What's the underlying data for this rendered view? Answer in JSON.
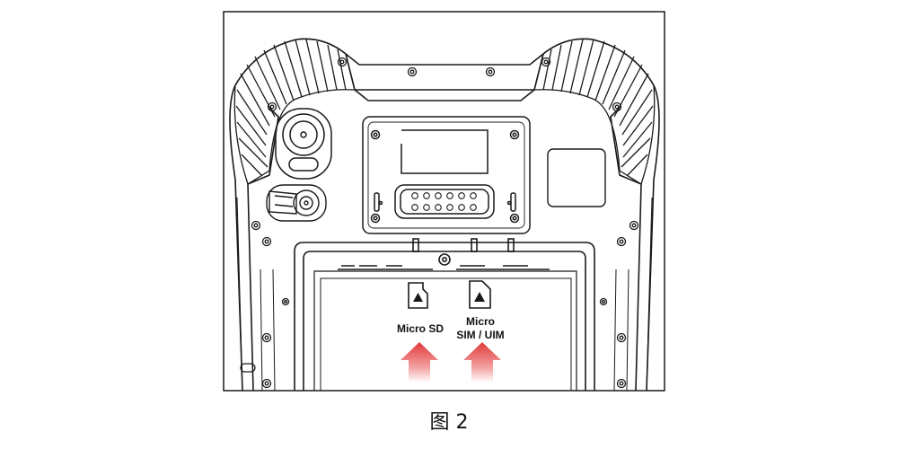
{
  "figure": {
    "caption": "图 2"
  },
  "slots": [
    {
      "label_lines": [
        "Micro SD"
      ],
      "icon": "micro-sd-card-icon",
      "arrow": "insert-arrow-up-icon"
    },
    {
      "label_lines": [
        "Micro",
        "SIM / UIM"
      ],
      "icon": "sim-card-icon",
      "arrow": "insert-arrow-up-icon"
    }
  ],
  "colors": {
    "line": "#1a1a1a",
    "arrow_top": "#ffffff",
    "arrow_bottom": "#e03a3a"
  }
}
